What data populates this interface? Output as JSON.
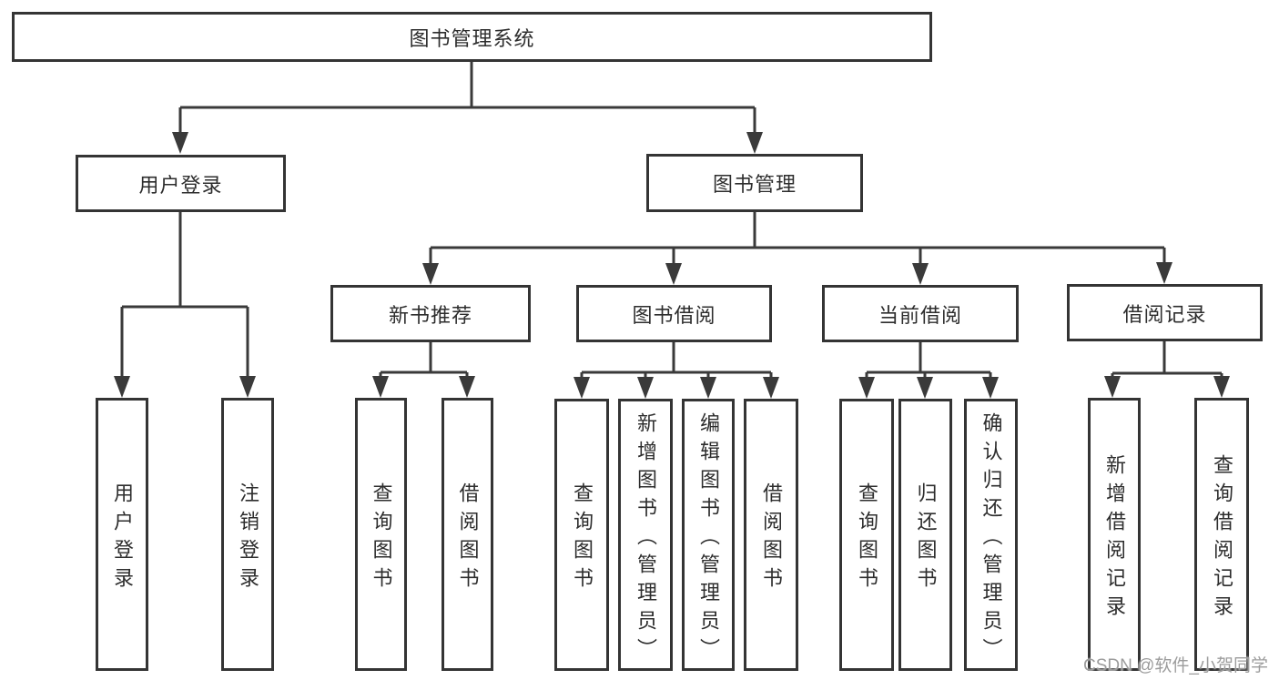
{
  "diagram_title": "图书管理系统",
  "nodes": {
    "root": {
      "label": "图书管理系统"
    },
    "user_login": {
      "label": "用户登录"
    },
    "book_mgmt": {
      "label": "图书管理"
    },
    "leaf_user_login": {
      "label": "用户登录"
    },
    "leaf_logout": {
      "label": "注销登录"
    },
    "new_book": {
      "label": "新书推荐"
    },
    "book_borrow": {
      "label": "图书借阅"
    },
    "current_borrow": {
      "label": "当前借阅"
    },
    "borrow_record": {
      "label": "借阅记录"
    },
    "nb_query_book": {
      "label": "查询图书"
    },
    "nb_borrow_book": {
      "label": "借阅图书"
    },
    "bb_query_book": {
      "label": "查询图书"
    },
    "bb_add_book": {
      "label": "新增图书（管理员）"
    },
    "bb_edit_book": {
      "label": "编辑图书（管理员）"
    },
    "bb_borrow_book": {
      "label": "借阅图书"
    },
    "cb_query_book": {
      "label": "查询图书"
    },
    "cb_return_book": {
      "label": "归还图书"
    },
    "cb_confirm_return": {
      "label": "确认归还（管理员）"
    },
    "br_add_record": {
      "label": "新增借阅记录"
    },
    "br_query_record": {
      "label": "查询借阅记录"
    }
  },
  "tree": {
    "图书管理系统": {
      "用户登录": [
        "用户登录",
        "注销登录"
      ],
      "图书管理": {
        "新书推荐": [
          "查询图书",
          "借阅图书"
        ],
        "图书借阅": [
          "查询图书",
          "新增图书（管理员）",
          "编辑图书（管理员）",
          "借阅图书"
        ],
        "当前借阅": [
          "查询图书",
          "归还图书",
          "确认归还（管理员）"
        ],
        "借阅记录": [
          "新增借阅记录",
          "查询借阅记录"
        ]
      }
    }
  },
  "watermark": "CSDN @软件_小贺同学",
  "colors": {
    "line": "#3a3a3a",
    "box_border": "#343434",
    "text": "#2d2d2d",
    "background": "#ffffff",
    "watermark": "#9c9c9c"
  }
}
